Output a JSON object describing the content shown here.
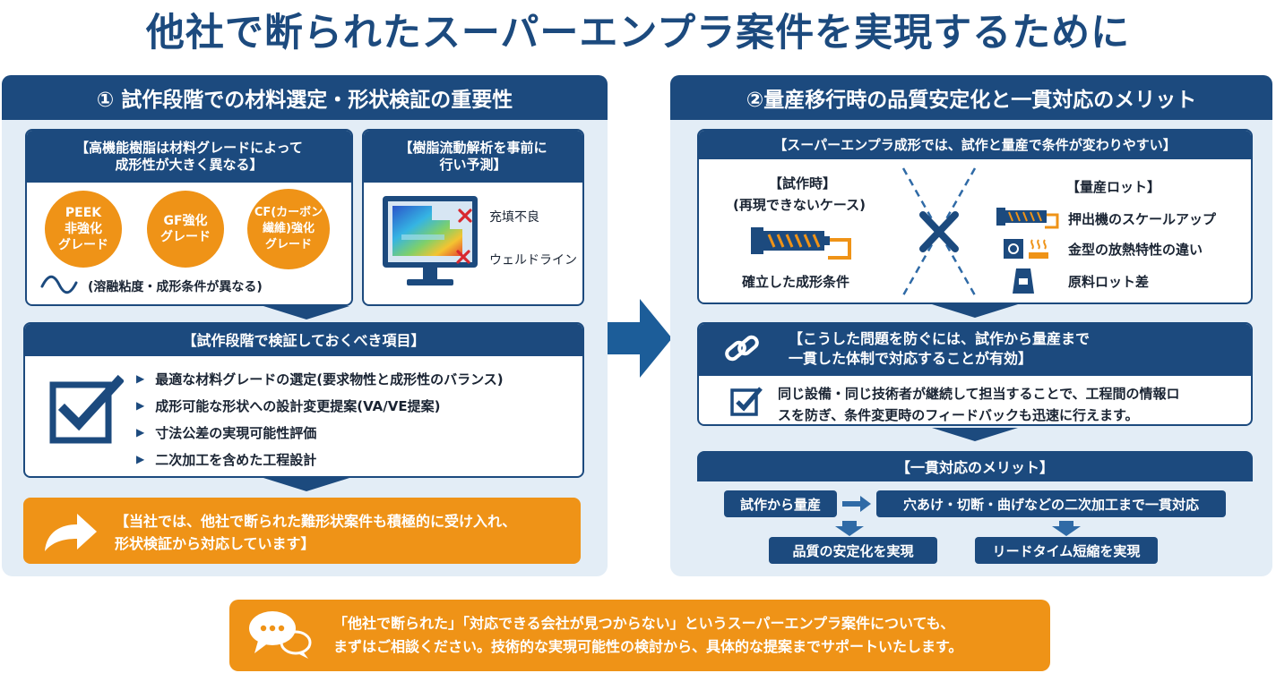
{
  "title": "他社で断られたスーパーエンプラ案件を実現するために",
  "left": {
    "header": "① 試作段階での材料選定・形状検証の重要性",
    "grade_card": {
      "heading_line1": "【高機能樹脂は材料グレードによって",
      "heading_line2": "成形性が大きく異なる】",
      "grades": [
        {
          "lines": [
            "PEEK",
            "非強化",
            "グレード"
          ]
        },
        {
          "lines": [
            "GF強化",
            "グレード"
          ]
        },
        {
          "lines": [
            "CF(カーボン",
            "繊維)強化",
            "グレード"
          ]
        }
      ],
      "note": "(溶融粘度・成形条件が異なる)"
    },
    "flow_card": {
      "heading_line1": "【樹脂流動解析を事前に",
      "heading_line2": "行い予測】",
      "label_1": "充填不良",
      "label_2": "ウェルドライン"
    },
    "verify": {
      "heading": "【試作段階で検証しておくべき項目】",
      "items": [
        "最適な材料グレードの選定(要求物性と成形性のバランス)",
        "成形可能な形状への設計変更提案(VA/VE提案)",
        "寸法公差の実現可能性評価",
        "二次加工を含めた工程設計"
      ]
    },
    "callout_line1": "【当社では、他社で断られた難形状案件も積極的に受け入れ、",
    "callout_line2": "形状検証から対応しています】"
  },
  "right": {
    "header": "②量産移行時の品質安定化と一貫対応のメリット",
    "compare": {
      "heading": "【スーパーエンプラ成形では、試作と量産で条件が変わりやすい】",
      "proto_title": "【試作時】",
      "proto_sub": "(再現できないケース)",
      "proto_caption": "確立した成形条件",
      "mass_title": "【量産ロット】",
      "mass_items": [
        "押出機のスケールアップ",
        "金型の放熱特性の違い",
        "原料ロット差"
      ]
    },
    "prevent": {
      "heading_line1": "【こうした問題を防ぐには、試作から量産まで",
      "heading_line2": "一貫した体制で対応することが有効】",
      "body_line1": "同じ設備・同じ技術者が継続して担当することで、工程間の情報ロ",
      "body_line2": "スを防ぎ、条件変更時のフィードバックも迅速に行えます。"
    },
    "merit": {
      "heading": "【一貫対応のメリット】",
      "box1": "試作から量産",
      "box2": "穴あけ・切断・曲げなどの二次加工まで一貫対応",
      "result1": "品質の安定化を実現",
      "result2": "リードタイム短縮を実現"
    }
  },
  "footer": {
    "line1": "「他社で断られた」「対応できる会社が見つからない」というスーパーエンプラ案件についても、",
    "line2": "まずはご相談ください。技術的な実現可能性の検討から、具体的な提案までサポートいたします。"
  },
  "colors": {
    "navy": "#1c4a7e",
    "orange": "#ef9317",
    "panel": "#e3edf6",
    "red": "#d8282f"
  }
}
